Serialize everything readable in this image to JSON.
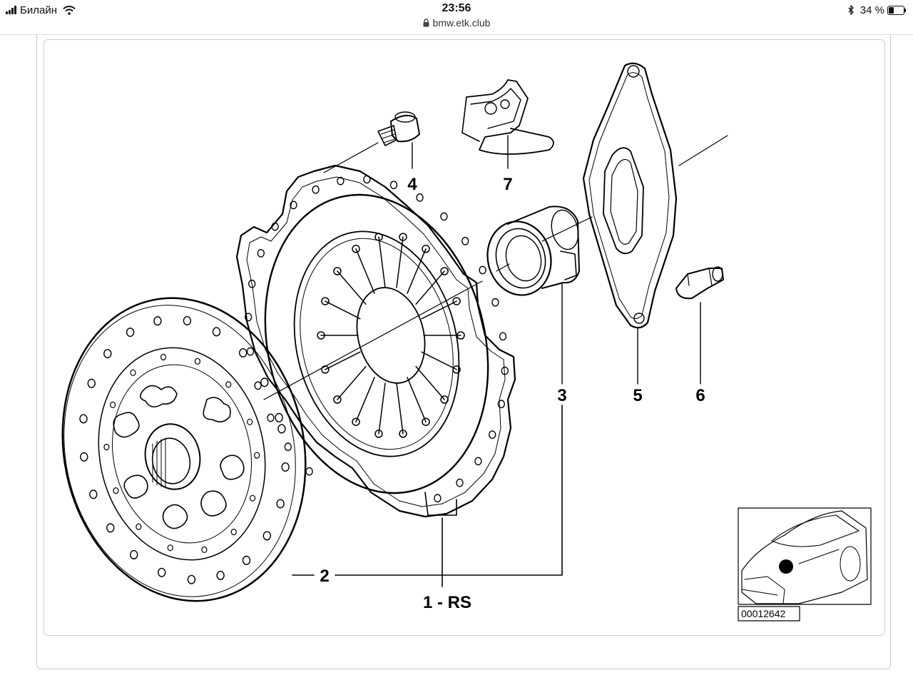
{
  "status_bar": {
    "carrier": "Билайн",
    "time": "23:56",
    "url": "bmw.etk.club",
    "battery_text": "34 %",
    "battery_level": 0.34
  },
  "diagram": {
    "labels": {
      "p1": "1 - RS",
      "p2": "2",
      "p3": "3",
      "p4": "4",
      "p5": "5",
      "p6": "6",
      "p7": "7"
    },
    "reference_code": "00012642"
  },
  "icons": {
    "signal": "signal-bars-icon",
    "wifi": "wifi-icon",
    "lock": "lock-icon",
    "bluetooth": "bluetooth-icon",
    "battery": "battery-icon"
  },
  "colors": {
    "ink": "#000000",
    "frame": "#cfcfcf",
    "background": "#ffffff"
  }
}
